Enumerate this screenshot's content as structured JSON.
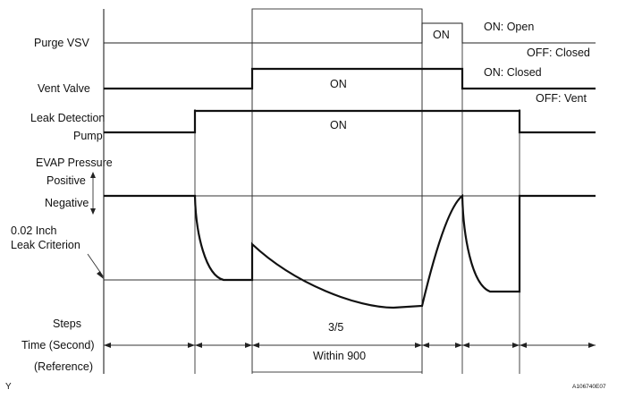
{
  "signals": {
    "purge_vsv": {
      "label": "Purge VSV",
      "on_state": "ON",
      "on_desc": "ON: Open",
      "off_desc": "OFF: Closed"
    },
    "vent_valve": {
      "label": "Vent Valve",
      "on_state": "ON",
      "on_desc": "ON: Closed",
      "off_desc": "OFF: Vent"
    },
    "leak_pump": {
      "label_line1": "Leak Detection",
      "label_line2": "Pump",
      "on_state": "ON"
    }
  },
  "pressure": {
    "title": "EVAP Pressure",
    "positive": "Positive",
    "negative": "Negative",
    "criterion_line1": "0.02 Inch",
    "criterion_line2": "Leak Criterion"
  },
  "steps": {
    "label": "Steps",
    "value": "3/5"
  },
  "time": {
    "label": "Time (Second)",
    "reference": "(Reference)",
    "window": "Within 900"
  },
  "footer": {
    "left": "Y",
    "code": "A106740E07"
  }
}
